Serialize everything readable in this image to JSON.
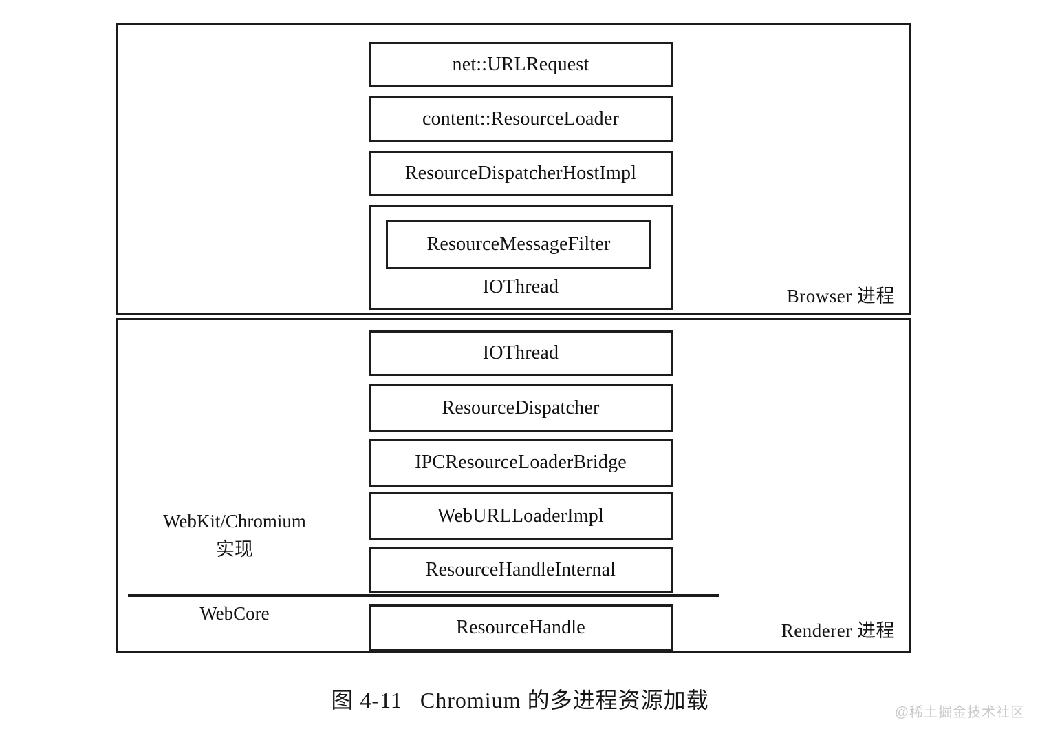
{
  "figure": {
    "caption_number": "图 4-11",
    "caption_text": "Chromium 的多进程资源加载",
    "watermark": "@稀土掘金技术社区"
  },
  "browser_process": {
    "label": "Browser 进程",
    "boxes": [
      {
        "name": "url-request",
        "label": "net::URLRequest"
      },
      {
        "name": "resource-loader",
        "label": "content::ResourceLoader"
      },
      {
        "name": "resource-dispatcher-host-impl",
        "label": "ResourceDispatcherHostImpl"
      },
      {
        "name": "iothread",
        "label": "IOThread"
      }
    ],
    "iothread": {
      "label": "IOThread",
      "inner_box": {
        "name": "resource-message-filter",
        "label": "ResourceMessageFilter"
      }
    }
  },
  "renderer_process": {
    "label": "Renderer 进程",
    "layers": [
      {
        "name": "webkit-chromium",
        "line1": "WebKit/Chromium",
        "line2": "实现"
      },
      {
        "name": "webcore",
        "line1": "WebCore",
        "line2": ""
      }
    ],
    "boxes": [
      {
        "name": "iothread",
        "label": "IOThread"
      },
      {
        "name": "resource-dispatcher",
        "label": "ResourceDispatcher"
      },
      {
        "name": "ipc-resource-loader-bridge",
        "label": "IPCResourceLoaderBridge"
      },
      {
        "name": "web-url-loader-impl",
        "label": "WebURLLoaderImpl"
      },
      {
        "name": "resource-handle-internal",
        "label": "ResourceHandleInternal"
      },
      {
        "name": "resource-handle",
        "label": "ResourceHandle"
      }
    ]
  },
  "colors": {
    "stroke": "#1b1b1b",
    "background": "#ffffff",
    "text": "#141414",
    "watermark": "#c9c9c9"
  }
}
